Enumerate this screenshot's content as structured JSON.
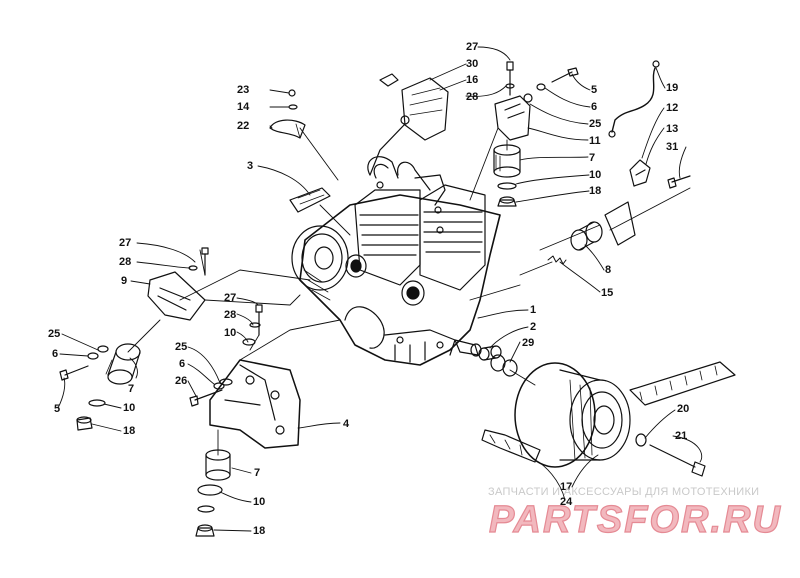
{
  "callouts": [
    {
      "id": "c27a",
      "text": "27"
    },
    {
      "id": "c30",
      "text": "30"
    },
    {
      "id": "c16",
      "text": "16"
    },
    {
      "id": "c28a",
      "text": "28"
    },
    {
      "id": "c5a",
      "text": "5"
    },
    {
      "id": "c6a",
      "text": "6"
    },
    {
      "id": "c25a",
      "text": "25"
    },
    {
      "id": "c11",
      "text": "11"
    },
    {
      "id": "c7a",
      "text": "7"
    },
    {
      "id": "c10a",
      "text": "10"
    },
    {
      "id": "c18a",
      "text": "18"
    },
    {
      "id": "c19",
      "text": "19"
    },
    {
      "id": "c12",
      "text": "12"
    },
    {
      "id": "c13",
      "text": "13"
    },
    {
      "id": "c31",
      "text": "31"
    },
    {
      "id": "c23",
      "text": "23"
    },
    {
      "id": "c14",
      "text": "14"
    },
    {
      "id": "c22",
      "text": "22"
    },
    {
      "id": "c3",
      "text": "3"
    },
    {
      "id": "c27b",
      "text": "27"
    },
    {
      "id": "c28b",
      "text": "28"
    },
    {
      "id": "c9",
      "text": "9"
    },
    {
      "id": "c8",
      "text": "8"
    },
    {
      "id": "c15",
      "text": "15"
    },
    {
      "id": "c27c",
      "text": "27"
    },
    {
      "id": "c28c",
      "text": "28"
    },
    {
      "id": "c10b",
      "text": "10"
    },
    {
      "id": "c1",
      "text": "1"
    },
    {
      "id": "c2",
      "text": "2"
    },
    {
      "id": "c29",
      "text": "29"
    },
    {
      "id": "c25b",
      "text": "25"
    },
    {
      "id": "c6b",
      "text": "6"
    },
    {
      "id": "c5b",
      "text": "5"
    },
    {
      "id": "c7b",
      "text": "7"
    },
    {
      "id": "c10c",
      "text": "10"
    },
    {
      "id": "c18b",
      "text": "18"
    },
    {
      "id": "c25c",
      "text": "25"
    },
    {
      "id": "c6c",
      "text": "6"
    },
    {
      "id": "c26",
      "text": "26"
    },
    {
      "id": "c4",
      "text": "4"
    },
    {
      "id": "c7c",
      "text": "7"
    },
    {
      "id": "c10d",
      "text": "10"
    },
    {
      "id": "c18c",
      "text": "18"
    },
    {
      "id": "c20",
      "text": "20"
    },
    {
      "id": "c21",
      "text": "21"
    },
    {
      "id": "c17",
      "text": "17"
    },
    {
      "id": "c24",
      "text": "24"
    }
  ],
  "watermark": {
    "caption": "ЗАПЧАСТИ И АКСЕССУАРЫ ДЛЯ МОТОТЕХНИКИ",
    "logo": "PARTSFOR.RU"
  }
}
